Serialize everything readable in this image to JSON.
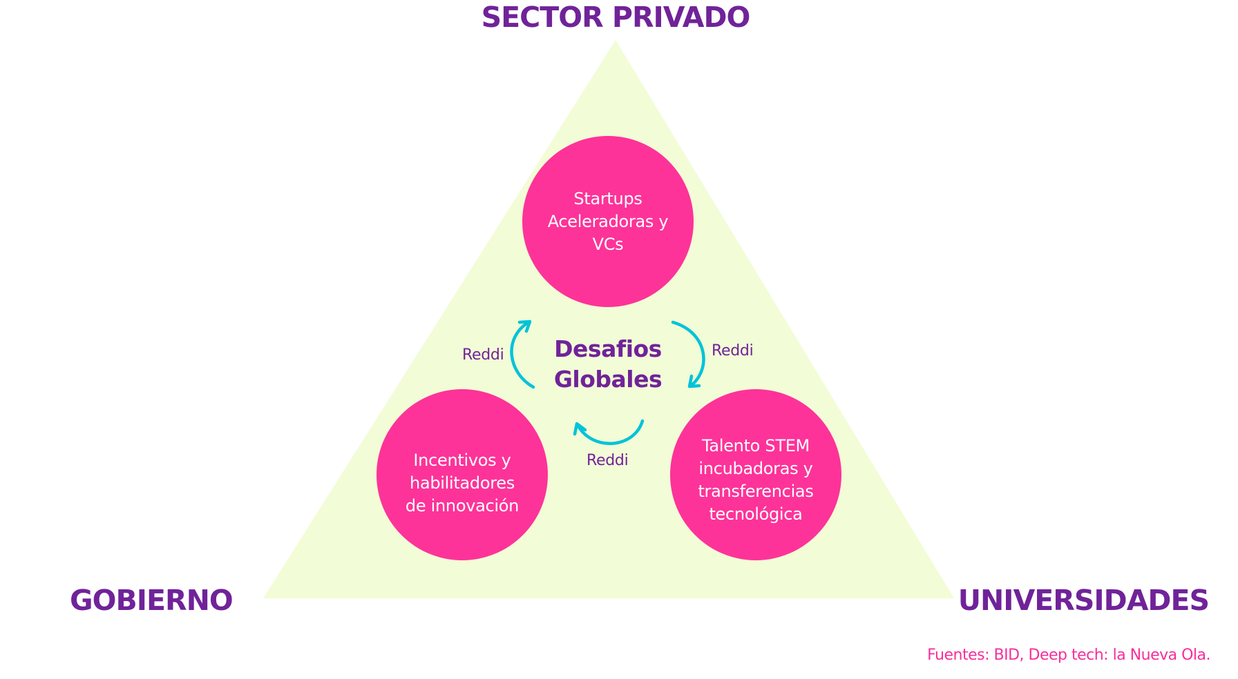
{
  "colors": {
    "label_purple": "#702399",
    "triangle_fill": "#f2fcd6",
    "circle_pink": "#fd3399",
    "arrow_cyan": "#00c3d9",
    "source_pink": "#f72e9a"
  },
  "corners": {
    "top": "SECTOR PRIVADO",
    "left": "GOBIERNO",
    "right": "UNIVERSIDADES"
  },
  "circles": {
    "top": {
      "lines": [
        "Startups",
        "Aceleradoras y",
        "VCs"
      ]
    },
    "left": {
      "lines": [
        "Incentivos y",
        "habilitadores",
        "de innovación"
      ]
    },
    "right": {
      "lines": [
        "Talento STEM",
        "incubadoras y",
        "transferencias",
        "tecnológica"
      ]
    }
  },
  "center": {
    "lines": [
      "Desafios",
      "Globales"
    ]
  },
  "arrows": {
    "left": {
      "label": "Reddi",
      "icon": "curved-arrow-up-icon"
    },
    "right": {
      "label": "Reddi",
      "icon": "curved-arrow-down-icon"
    },
    "bottom": {
      "label": "Reddi",
      "icon": "curved-arrow-left-icon"
    }
  },
  "source": "Fuentes: BID, Deep tech: la Nueva Ola."
}
